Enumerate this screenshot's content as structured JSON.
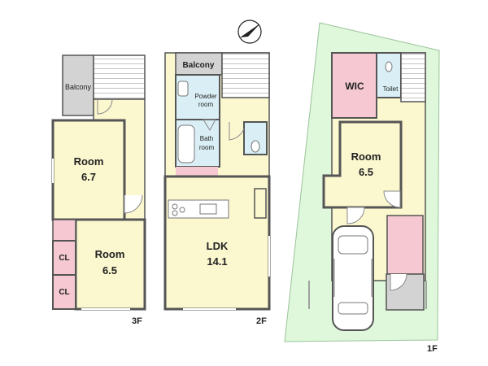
{
  "floors": {
    "f3": {
      "label": "3F",
      "rooms": {
        "balcony": "Balcony",
        "room_a": "Room",
        "room_a_size": "6.7",
        "room_b": "Room",
        "room_b_size": "6.5",
        "closet_1": "CL",
        "closet_2": "CL"
      }
    },
    "f2": {
      "label": "2F",
      "rooms": {
        "balcony": "Balcony",
        "powder_1": "Powder",
        "powder_2": "room",
        "bath_1": "Bath",
        "bath_2": "room",
        "ldk": "LDK",
        "ldk_size": "14.1"
      }
    },
    "f1": {
      "label": "1F",
      "rooms": {
        "wic": "WIC",
        "toilet": "Toilet",
        "room": "Room",
        "room_size": "6.5"
      }
    }
  },
  "colors": {
    "room": "#fbf7cf",
    "balcony": "#d3d3d3",
    "closet": "#f6c9d2",
    "wet": "#d9eff5",
    "yard": "#dff7da",
    "wall": "#555555"
  },
  "icons": {
    "compass": "north-arrow-icon",
    "car": "car-icon"
  }
}
